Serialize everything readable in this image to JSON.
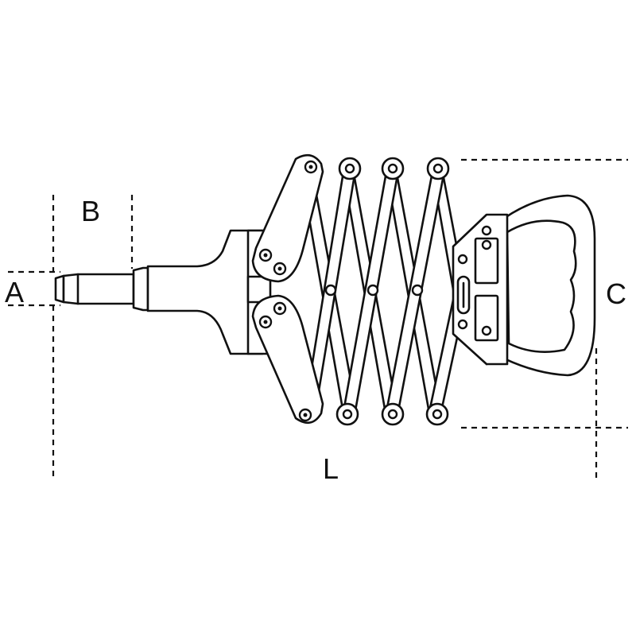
{
  "dimensions": {
    "a_label": "A",
    "b_label": "B",
    "c_label": "C",
    "l_label": "L"
  },
  "colors": {
    "line": "#111111",
    "background": "#ffffff"
  }
}
